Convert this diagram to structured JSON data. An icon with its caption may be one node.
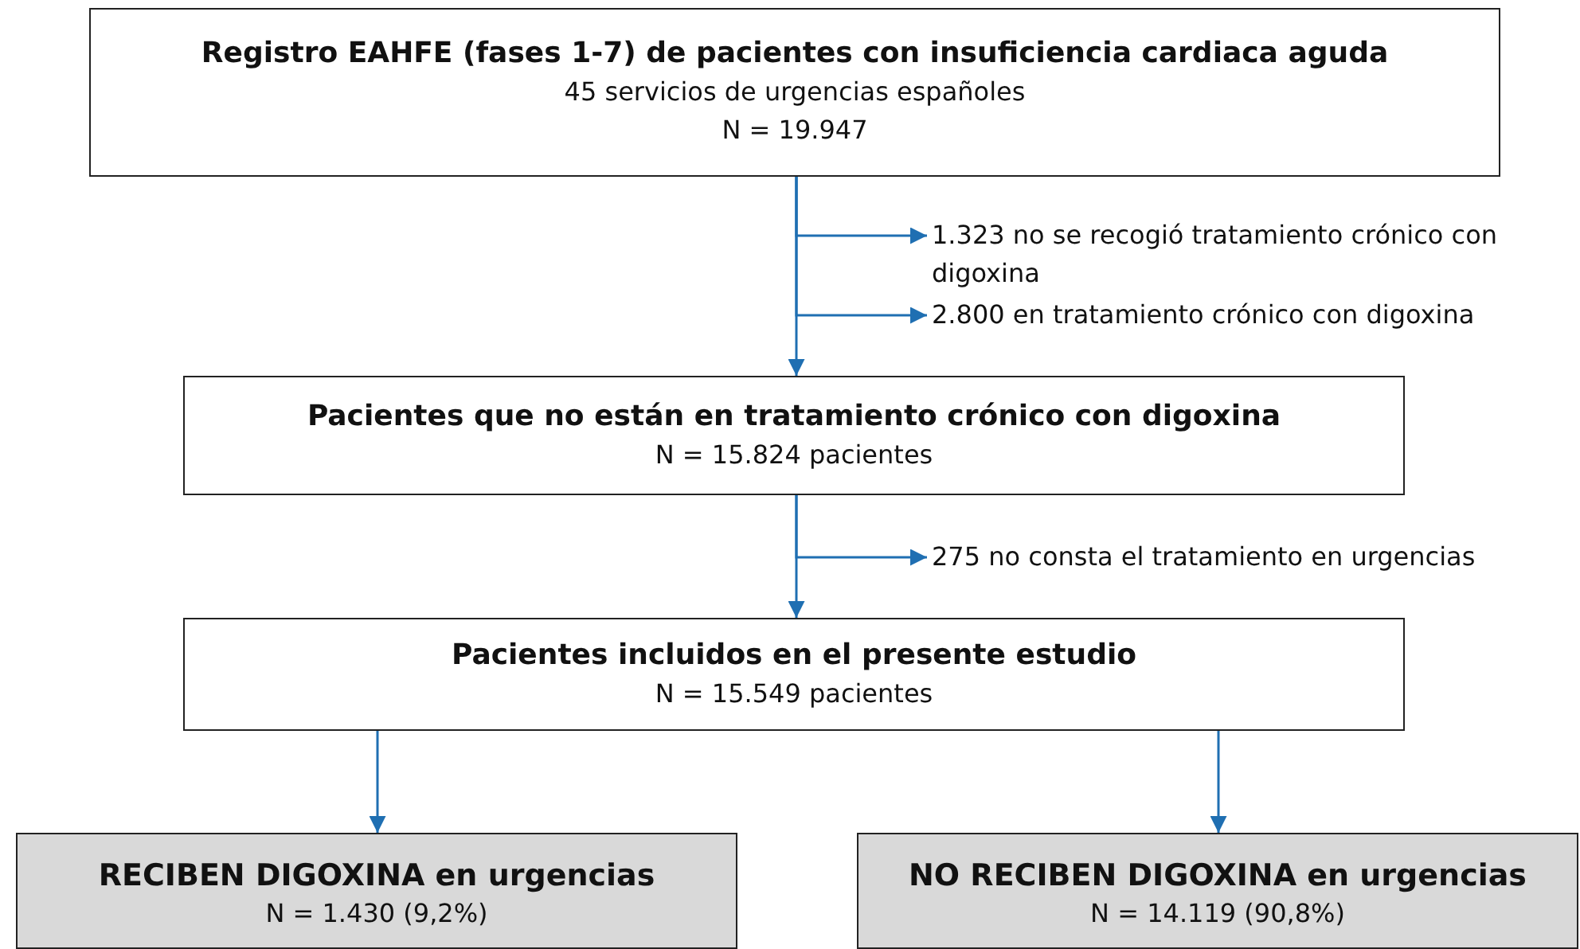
{
  "diagram": {
    "nodes": [
      {
        "text": [
          "Registro EAHFE (fases 1-7) de pacientes con insuficiencia cardiaca aguda",
          "45 servicios de urgencias españoles",
          "N = 19.947"
        ]
      },
      {
        "text": [
          "Pacientes que no están en tratamiento crónico con digoxina",
          "N = 15.824 pacientes"
        ]
      },
      {
        "text": [
          "Pacientes incluidos en el presente estudio",
          "N = 15.549 pacientes"
        ]
      },
      {
        "text": [
          "RECIBEN DIGOXINA en urgencias",
          "N = 1.430 (9,2%)"
        ]
      },
      {
        "text": [
          "NO RECIBEN DIGOXINA en urgencias",
          "N = 14.119 (90,8%)"
        ]
      },
      {
        "text": [
          "1.323 no se recogió tratamiento crónico con digoxina"
        ]
      },
      {
        "text": [
          "2.800 en tratamiento crónico con digoxina"
        ]
      },
      {
        "text": [
          "275 no consta el tratamiento en urgencias"
        ]
      }
    ],
    "edges": [
      {
        "from": 0,
        "to": 1,
        "arrow": "to"
      },
      {
        "from": 0,
        "to": 5,
        "arrow": "to"
      },
      {
        "from": 0,
        "to": 6,
        "arrow": "to"
      },
      {
        "from": 1,
        "to": 2,
        "arrow": "to"
      },
      {
        "from": 1,
        "to": 7,
        "arrow": "to"
      },
      {
        "from": 2,
        "to": 3,
        "arrow": "to"
      },
      {
        "from": 2,
        "to": 4,
        "arrow": "to"
      }
    ]
  }
}
